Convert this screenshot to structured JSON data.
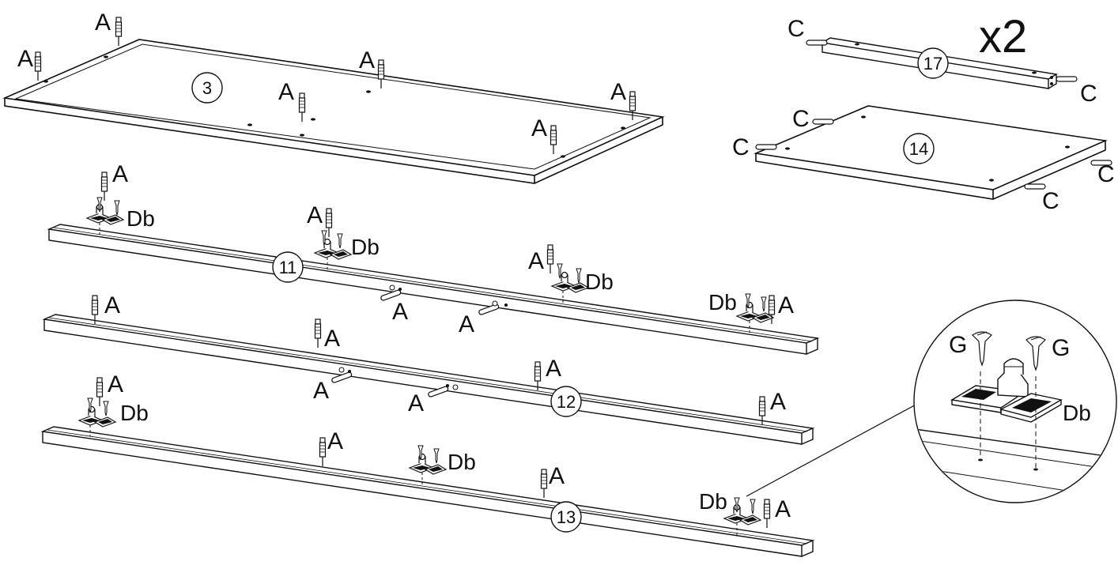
{
  "panels": {
    "top_panel": "3",
    "rail_1": "11",
    "rail_2": "12",
    "rail_3": "13",
    "side_panel": "14",
    "cross_bar": "17"
  },
  "quantity": "x2",
  "hardware": {
    "cam_bolt": "A",
    "bracket": "Db",
    "dowel": "C",
    "screw": "G"
  }
}
